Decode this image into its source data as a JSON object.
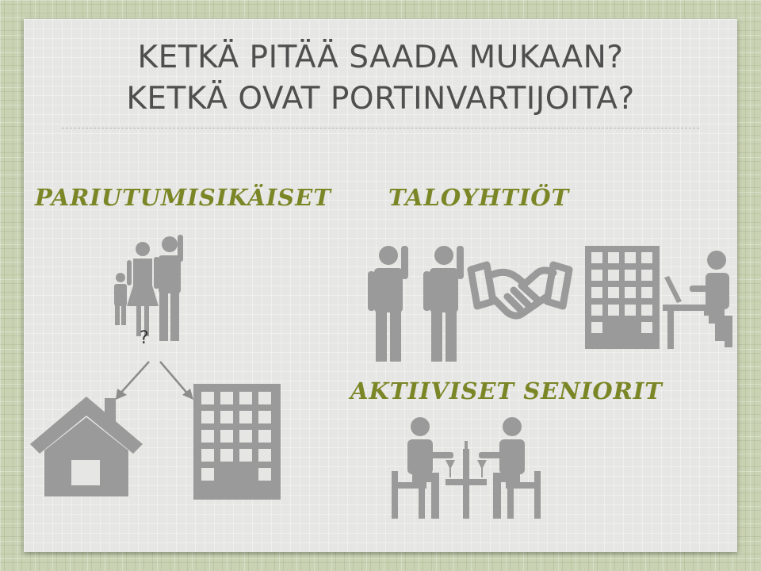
{
  "slide": {
    "title_line1": "KETKÄ PITÄÄ SAADA MUKAAN?",
    "title_line2": "KETKÄ OVAT PORTINVARTIJOITA?",
    "labels": {
      "couples": "PARIUTUMISIKÄISET",
      "housing_companies": "TALOYHTIÖT",
      "active_seniors": "AKTIIVISET SENIORIT"
    },
    "question_mark": "?"
  },
  "colors": {
    "background": "#c9d3b3",
    "slide": "#e6e6e4",
    "title": "#4f4f4f",
    "label": "#7b8626",
    "icon": "#9a9a9a"
  },
  "icons": [
    "family-icon",
    "house-icon",
    "apartment-building-icon",
    "people-icon",
    "handshake-icon",
    "office-building-icon",
    "person-at-desk-icon",
    "seniors-dining-icon"
  ]
}
